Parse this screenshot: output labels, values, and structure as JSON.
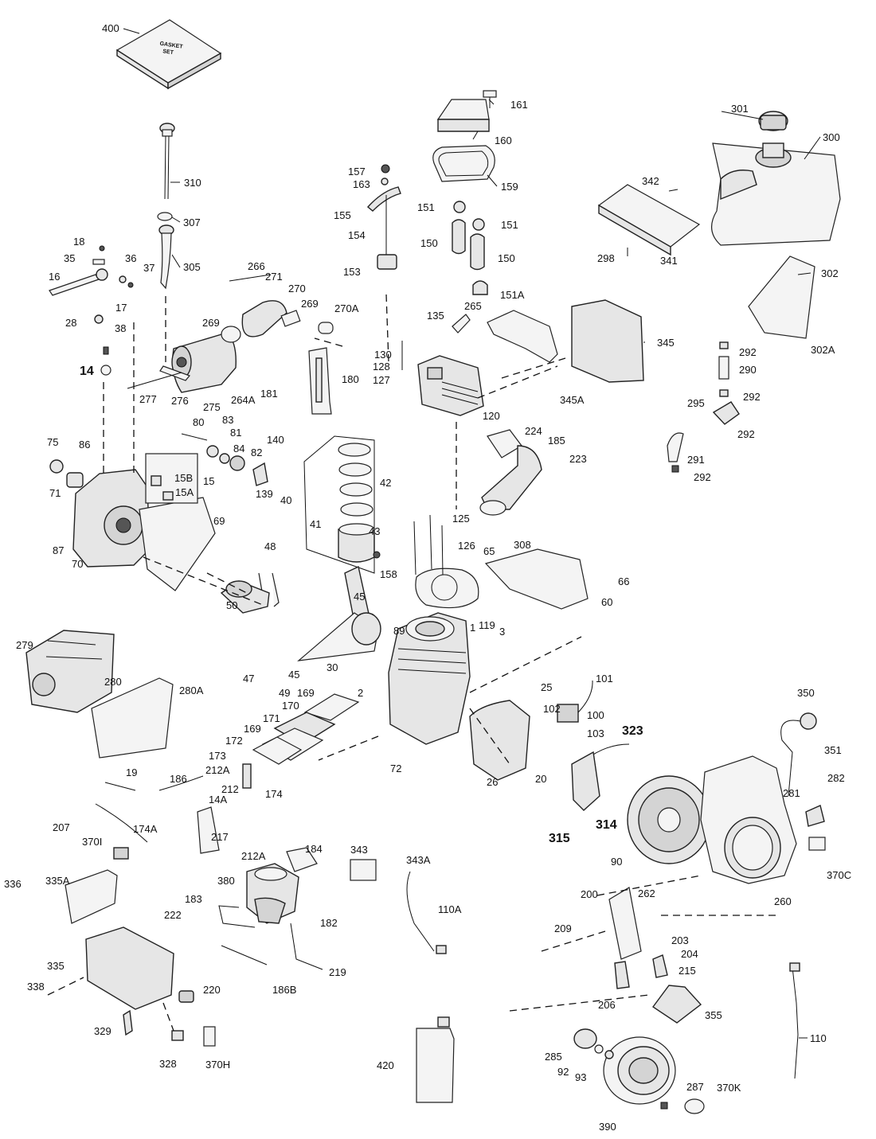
{
  "gasket_box_text": [
    "GASKET",
    "SET"
  ],
  "labels": [
    "400",
    "310",
    "307",
    "305",
    "18",
    "35",
    "36",
    "37",
    "16",
    "17",
    "28",
    "38",
    "14",
    "266",
    "271",
    "270",
    "269",
    "269",
    "270A",
    "276",
    "275",
    "277",
    "264A",
    "181",
    "180",
    "161",
    "160",
    "157",
    "163",
    "159",
    "155",
    "151",
    "151",
    "154",
    "150",
    "150",
    "153",
    "151A",
    "301",
    "300",
    "342",
    "298",
    "341",
    "302",
    "135",
    "265",
    "345",
    "130",
    "128",
    "127",
    "120",
    "345A",
    "292",
    "302A",
    "290",
    "292",
    "295",
    "292",
    "291",
    "292",
    "224",
    "185",
    "223",
    "75",
    "86",
    "71",
    "15B",
    "15A",
    "15",
    "80",
    "83",
    "81",
    "84",
    "82",
    "140",
    "139",
    "87",
    "69",
    "70",
    "42",
    "40",
    "41",
    "43",
    "48",
    "50",
    "125",
    "126",
    "158",
    "65",
    "308",
    "66",
    "60",
    "45",
    "279",
    "280",
    "280A",
    "119",
    "89",
    "1",
    "3",
    "47",
    "49",
    "45",
    "30",
    "2",
    "25",
    "101",
    "170",
    "169",
    "171",
    "169",
    "172",
    "173",
    "212A",
    "174",
    "19",
    "186",
    "212",
    "14A",
    "102",
    "100",
    "103",
    "323",
    "72",
    "26",
    "20",
    "314",
    "315",
    "350",
    "351",
    "282",
    "281",
    "90",
    "370C",
    "207",
    "174A",
    "217",
    "370I",
    "212A",
    "184",
    "343",
    "343A",
    "110A",
    "380",
    "183",
    "222",
    "182",
    "336",
    "335A",
    "200",
    "262",
    "260",
    "209",
    "203",
    "204",
    "215",
    "206",
    "335",
    "338",
    "220",
    "186B",
    "219",
    "355",
    "110",
    "329",
    "328",
    "370H",
    "420",
    "285",
    "92",
    "93",
    "287",
    "370K",
    "390"
  ]
}
